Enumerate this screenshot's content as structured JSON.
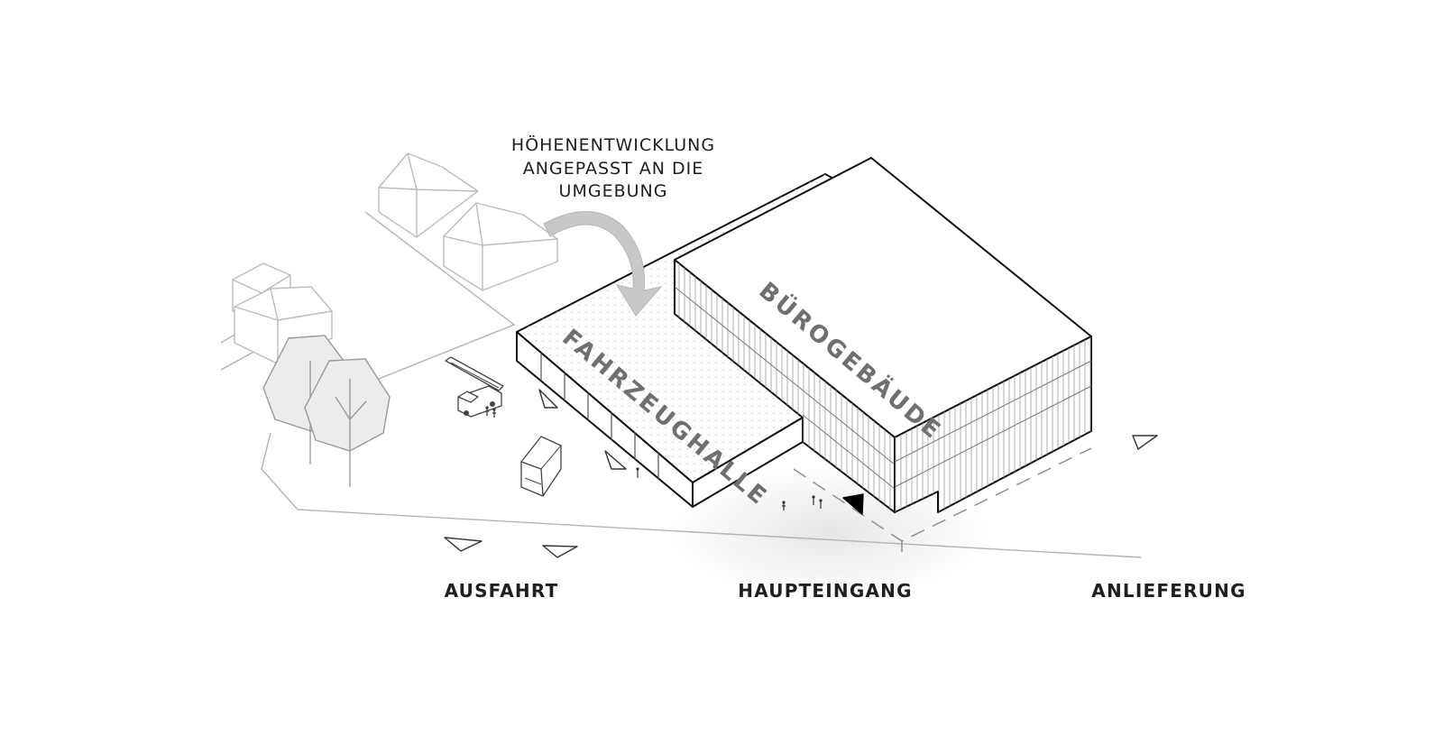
{
  "labels": {
    "annotation_line1": "HÖHENENTWICKLUNG",
    "annotation_line2": "ANGEPASST AN DIE",
    "annotation_line3": "UMGEBUNG",
    "vehicle_hall": "FAHRZEUGHALLE",
    "office_building": "BÜROGEBÄUDE",
    "exit": "AUSFAHRT",
    "main_entrance": "HAUPTEINGANG",
    "delivery": "ANLIEFERUNG"
  },
  "colors": {
    "line": "#111111",
    "context": "#bcbcbc",
    "roof_label": "#6f6f6f",
    "arrow": "#c8c8c8",
    "tree_fill": "#ececec"
  },
  "icons": {
    "arrow": "curved-arrow-icon",
    "access_marker": "triangle-marker-icon",
    "entrance_marker": "filled-triangle-marker-icon"
  }
}
